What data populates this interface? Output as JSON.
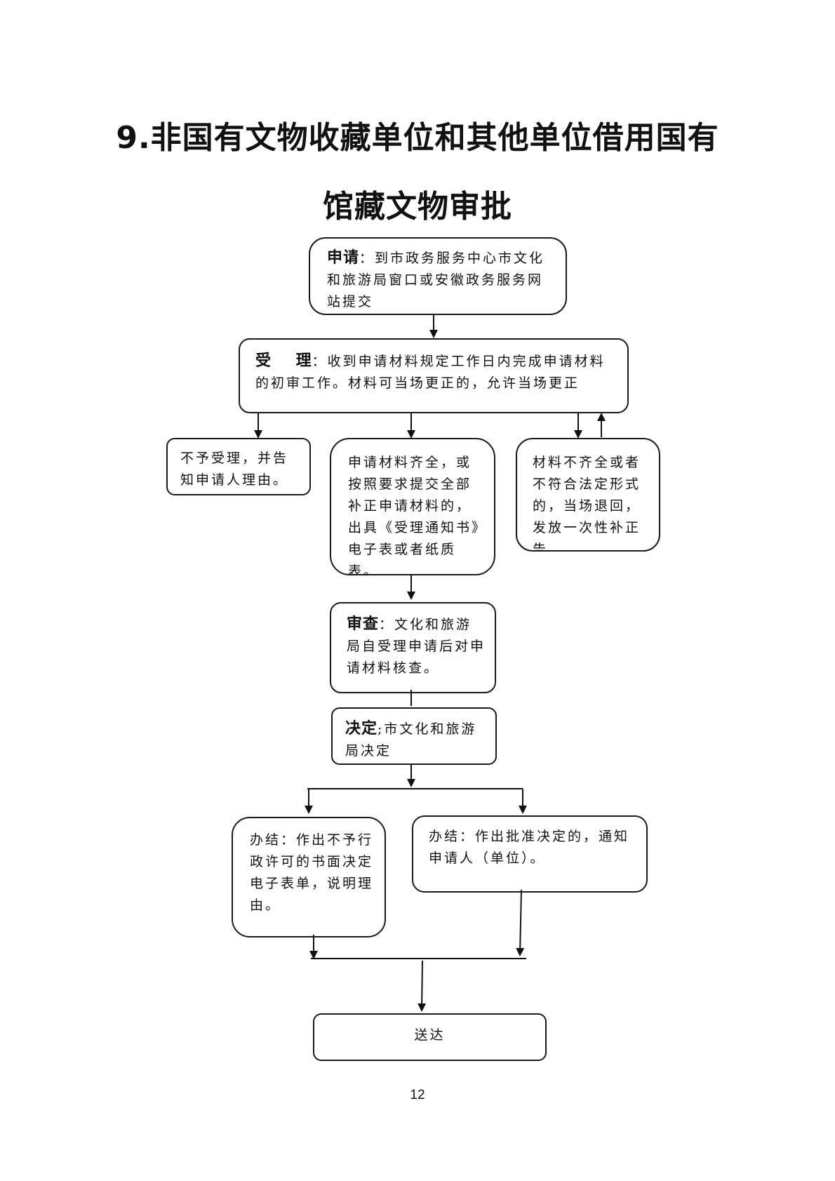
{
  "title": {
    "line1": "9.非国有文物收藏单位和其他单位借用国有",
    "line2": "馆藏文物审批"
  },
  "nodes": {
    "apply": {
      "label": "申请",
      "text": "：到市政务服务中心市文化和旅游局窗口或安徽政务服务网站提交"
    },
    "accept": {
      "label": "受    理",
      "text": "：收到申请材料规定工作日内完成申请材料的初审工作。材料可当场更正的，允许当场更正"
    },
    "reject": {
      "text": "不予受理，并告知申请人理由。"
    },
    "complete": {
      "text": "申请材料齐全，或按照要求提交全部补正申请材料的，出具《受理通知书》电子表或者纸质表。"
    },
    "incomplete": {
      "text": "材料不齐全或者不符合法定形式的，当场退回，发放一次性补正告"
    },
    "review": {
      "label": "审查",
      "text": "：文化和旅游局自受理申请后对申请材料核查。"
    },
    "decide": {
      "label": "决定",
      "text": ";市文化和旅游局决定"
    },
    "deny": {
      "text": "办结：作出不予行政许可的书面决定电子表单，说明理由。"
    },
    "approve": {
      "text": "办结：作出批准决定的，通知申请人（单位）。"
    },
    "deliver": {
      "text": "送达"
    }
  },
  "page_number": "12"
}
